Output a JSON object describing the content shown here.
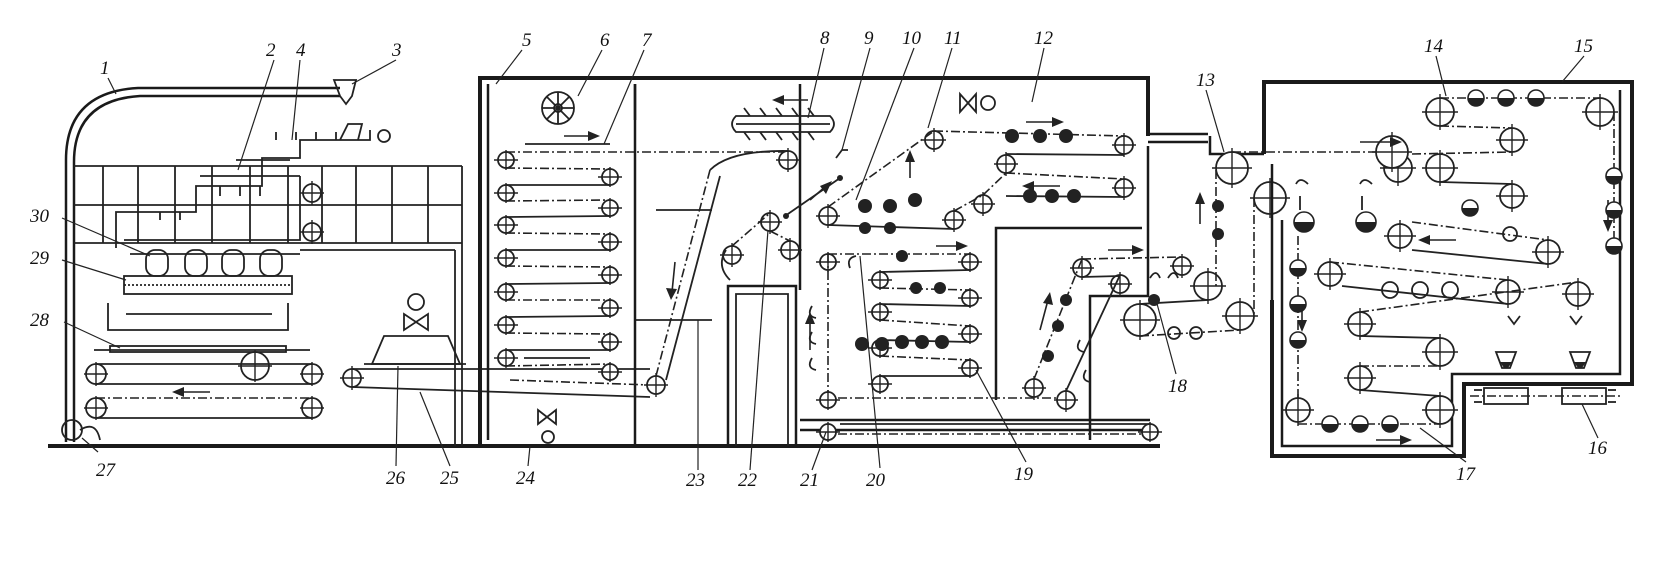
{
  "labels": [
    "1",
    "2",
    "3",
    "4",
    "5",
    "6",
    "7",
    "8",
    "9",
    "10",
    "11",
    "12",
    "13",
    "14",
    "15",
    "16",
    "17",
    "18",
    "19",
    "20",
    "21",
    "22",
    "23",
    "24",
    "25",
    "26",
    "27",
    "28",
    "29",
    "30"
  ]
}
